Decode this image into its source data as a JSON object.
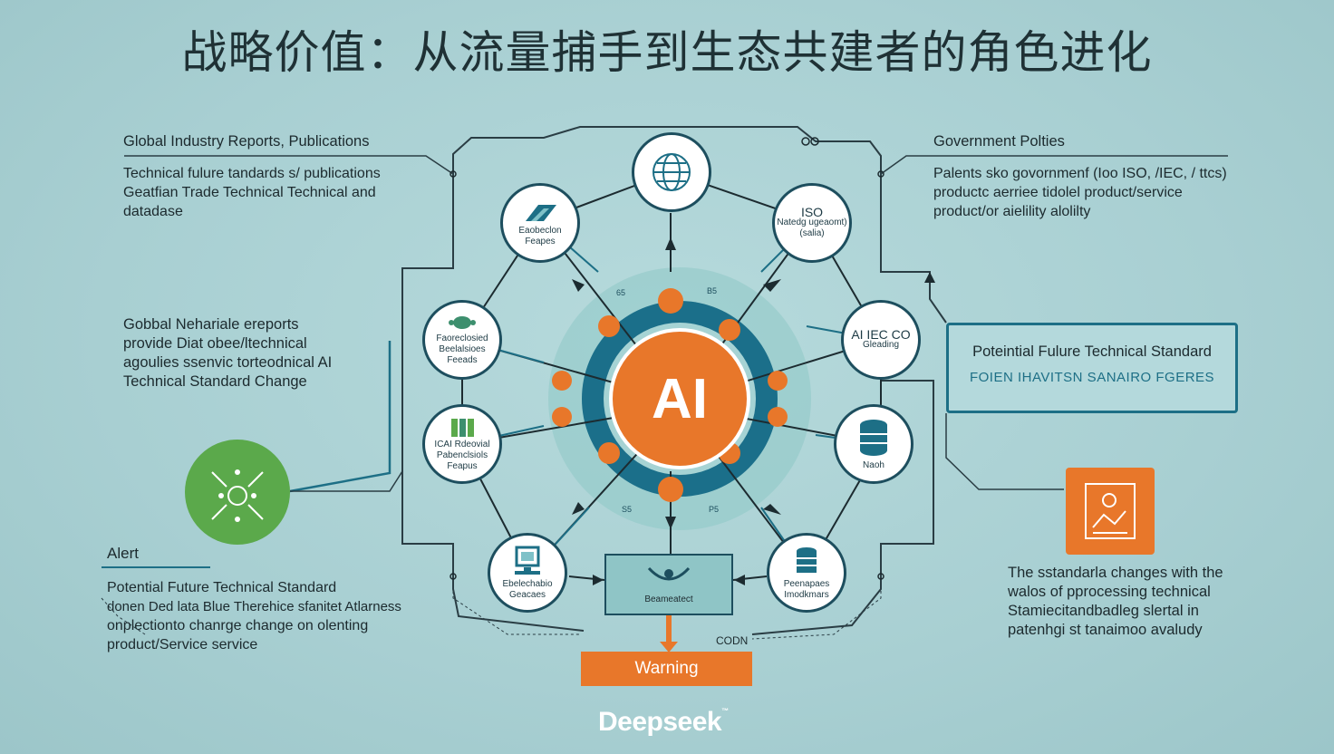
{
  "title": "战略价值：从流量捕手到生态共建者的角色进化",
  "left": {
    "reports_heading": "Global Industry Reports, Publications",
    "reports_lines": [
      "Technical fulure tandards s/ publications",
      "Geatfian Trade Technical Technical and",
      "datadase"
    ],
    "global_lines": [
      "Gobbal  Nehariale ereports",
      "provide Diat obee/ltechnical",
      "agoulies ssenvic torteodnical AI",
      "Technical Standard Change"
    ],
    "alert_label": "Alert",
    "alert_lines": [
      "Potential Future Technical Standard",
      "donen Ded lata Blue Therehice sfanitet Atlarness",
      "onplectionto chanrge change on olenting",
      "product/Service service"
    ]
  },
  "right": {
    "gov_heading": "Government Polties",
    "gov_lines": [
      "Palents sko govornmenf (Ioo ISO, /IEC, /  ttcs)",
      "productc aerriee tidolel product/service",
      "product/or aielility alolilty"
    ],
    "std_box_line1": "Poteintial Fulure Technical Standard",
    "std_box_line2": "FOIEN  IHAVITSN SANAIRO FGERES",
    "desc_lines": [
      "The sstandarla changes with the",
      "walos of pprocessing technical",
      "Stamiecitandbadleg slertal in",
      "patenhgi st tanaimoo avaludy"
    ]
  },
  "center": {
    "ai_label": "AI",
    "nodes": {
      "top": "",
      "upper_left": [
        "Eaobeclon",
        "Feapes"
      ],
      "upper_right": [
        "ISO",
        "Natedg ugeaomt)",
        "(salia)"
      ],
      "mid_left": [
        "Faoreclosied",
        "Beelalsioes",
        "Feeads"
      ],
      "mid_right": [
        "AI  IEC CO",
        "Gleading"
      ],
      "low_left": [
        "ICAI Rdeovial",
        "Pabenclsiols",
        "Feapus"
      ],
      "low_right": [
        "Naoh"
      ],
      "bottom_left": [
        "Ebelechabio",
        "Geacaes"
      ],
      "bottom_right": [
        "Peenapaes",
        "Imodkmars"
      ]
    },
    "monitor_label": "Beameatect",
    "warning_label": "Warning",
    "codn_label": "CODN",
    "ring_ticks": [
      "65",
      "B5",
      "S5",
      "P5"
    ]
  },
  "brand": {
    "logo": "Deepseek",
    "tm": "™"
  },
  "colors": {
    "background": "#a9d0d3",
    "orange": "#e8772a",
    "navy": "#1d4e5e",
    "teal": "#1d6f86",
    "green": "#5ba94b"
  }
}
